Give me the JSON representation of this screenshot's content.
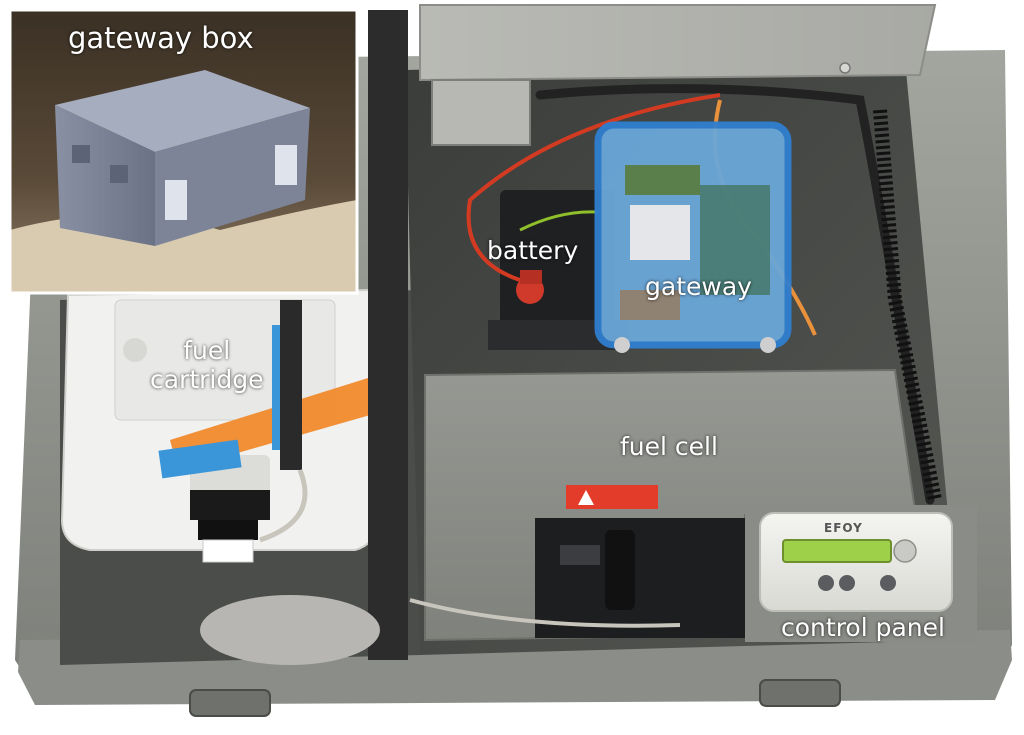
{
  "labels": {
    "gateway_box": "gateway box",
    "battery": "battery",
    "gateway": "gateway",
    "fuel_line1": "fuel",
    "fuel_line2": "cartridge",
    "fuel_cell": "fuel cell",
    "control_panel": "control panel"
  },
  "panel_brand": "EFOY",
  "colors": {
    "case_gray": "#8f918c",
    "enclosure_blue": "#3d8fd6",
    "strap_orange": "#f08a2c",
    "cartridge_white": "#f2f2f2",
    "display_green": "#9fd04a",
    "label_text": "#ffffff"
  }
}
